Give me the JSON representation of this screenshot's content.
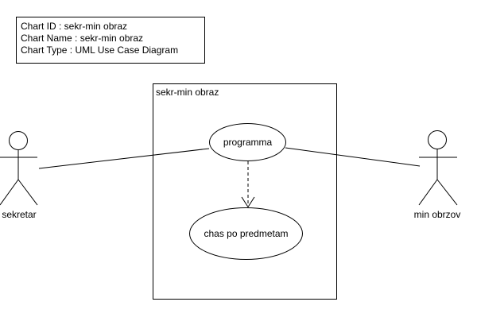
{
  "info_box": {
    "rows": [
      {
        "text": "Chart ID : sekr-min obraz"
      },
      {
        "text": "Chart Name : sekr-min obraz"
      },
      {
        "text": "Chart Type : UML Use Case Diagram"
      }
    ]
  },
  "diagram": {
    "type": "uml-use-case",
    "system_boundary": {
      "label": "sekr-min obraz"
    },
    "use_cases": [
      {
        "label": "programma"
      },
      {
        "label": "chas po predmetam"
      }
    ],
    "actors": [
      {
        "label": "sekretar",
        "side": "left"
      },
      {
        "label": "min obrzov",
        "side": "right"
      }
    ],
    "relationships": [
      {
        "from": "sekretar",
        "to": "programma",
        "type": "association"
      },
      {
        "from": "min obrzov",
        "to": "programma",
        "type": "association"
      },
      {
        "from": "programma",
        "to": "chas po predmetam",
        "type": "dashed-dependency-arrow"
      }
    ],
    "colors": {
      "stroke": "#000000",
      "fill": "#ffffff"
    }
  }
}
